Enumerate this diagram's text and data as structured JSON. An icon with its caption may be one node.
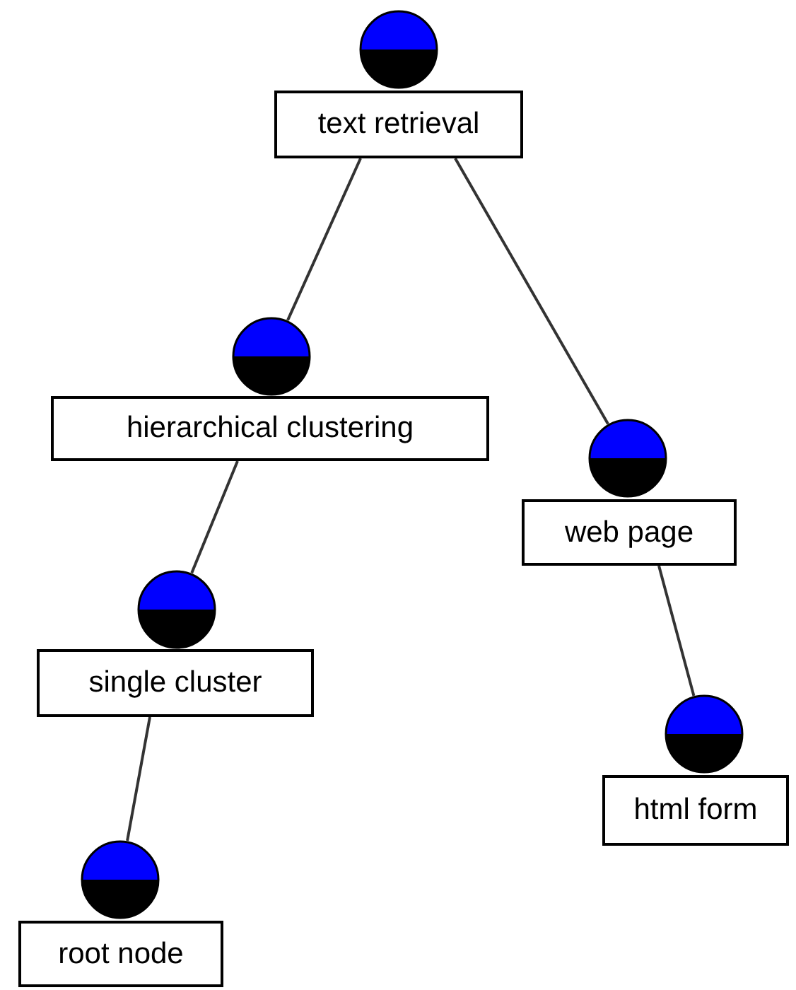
{
  "diagram": {
    "nodes": [
      {
        "text": [
          "text retrieval"
        ]
      },
      {
        "text": [
          "hierarchical clustering"
        ]
      },
      {
        "text": [
          "web page"
        ]
      },
      {
        "text": [
          "single cluster"
        ]
      },
      {
        "text": [
          "html form"
        ]
      },
      {
        "text": [
          "root node"
        ]
      }
    ],
    "edges": [
      {
        "from": 0,
        "to": 1,
        "arrow": "none"
      },
      {
        "from": 0,
        "to": 2,
        "arrow": "none"
      },
      {
        "from": 1,
        "to": 3,
        "arrow": "none"
      },
      {
        "from": 2,
        "to": 4,
        "arrow": "none"
      },
      {
        "from": 3,
        "to": 5,
        "arrow": "none"
      }
    ]
  }
}
